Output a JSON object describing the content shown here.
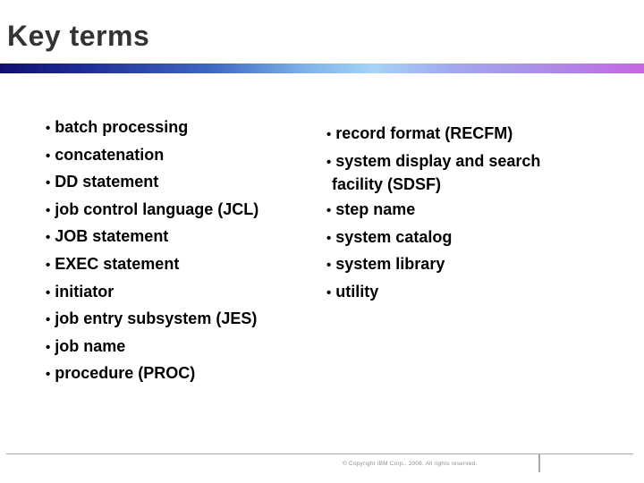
{
  "slide": {
    "title": "Key terms",
    "bullet_glyph": "•",
    "terms_left": [
      "batch processing",
      "concatenation",
      "DD statement",
      "job control language (JCL)",
      "JOB statement",
      "EXEC statement",
      "initiator",
      "job entry subsystem (JES)",
      "job name",
      "procedure (PROC)"
    ],
    "terms_right": [
      "record format (RECFM)",
      "system display and search facility (SDSF)",
      "step name",
      "system catalog",
      "system library",
      "utility"
    ],
    "footer": {
      "copyright": "© Copyright IBM Corp., 2008. All rights reserved."
    }
  },
  "colors": {
    "title_text": "#333333",
    "body_text": "#000000",
    "footer_text": "#909090",
    "rule_gray": "#a8a8a8",
    "grad_navy": "#10106e",
    "grad_blue1": "#1e2a94",
    "grad_blue2": "#3f68c2",
    "grad_blue3": "#7db0e8",
    "grad_sky": "#a6d4f5",
    "grad_periwinkle": "#a2a9ee",
    "grad_lavender": "#ad8ce8",
    "grad_purple": "#c367e1"
  }
}
